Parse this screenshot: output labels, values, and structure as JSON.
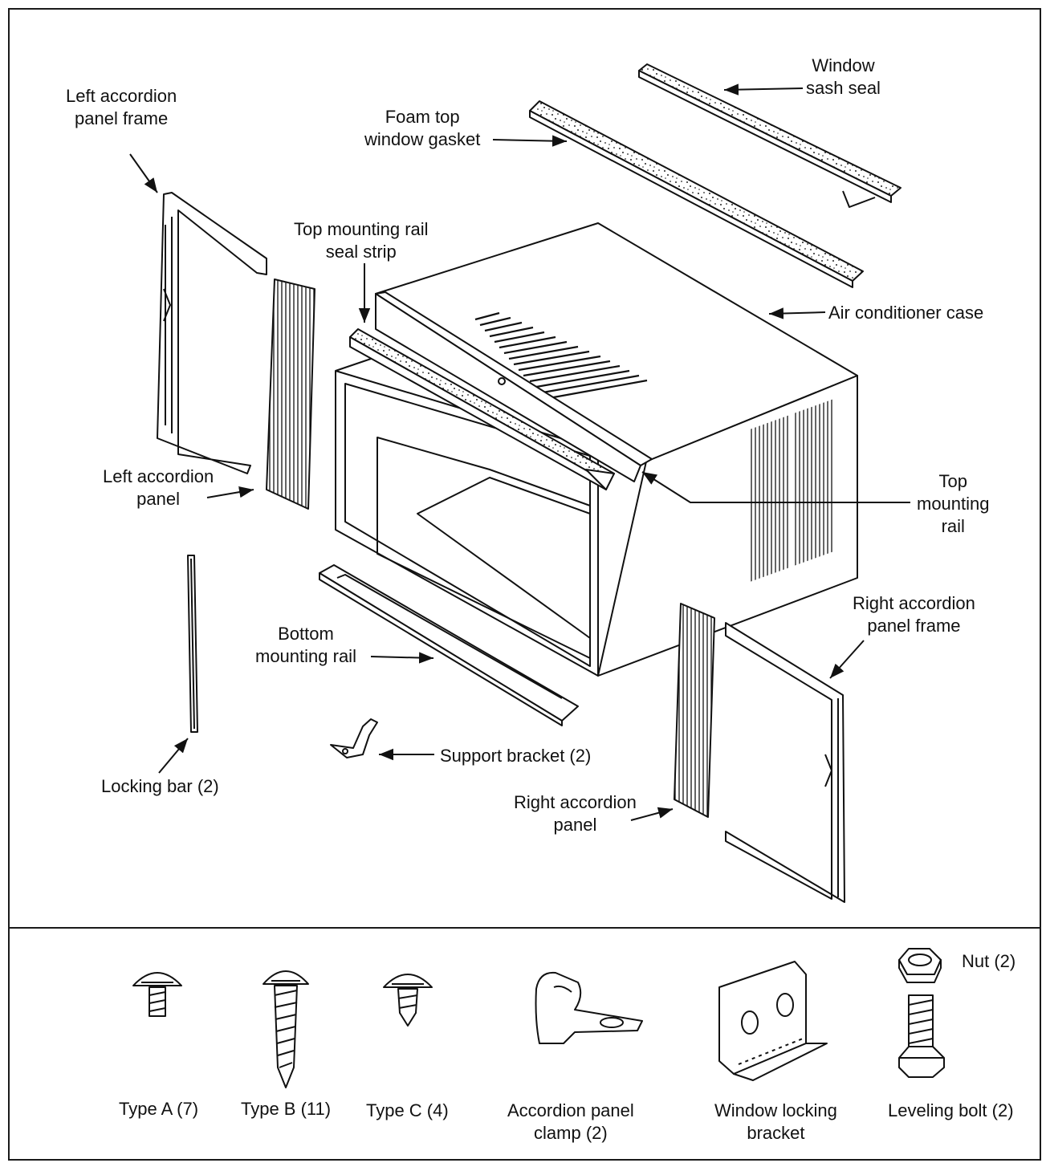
{
  "labels": {
    "left_frame": [
      "Left accordion",
      "panel frame"
    ],
    "foam_gasket": [
      "Foam top",
      "window gasket"
    ],
    "sash_seal": [
      "Window",
      "sash seal"
    ],
    "top_seal_strip": [
      "Top mounting rail",
      "seal strip"
    ],
    "ac_case": "Air conditioner case",
    "left_panel": [
      "Left accordion",
      "panel"
    ],
    "top_rail": [
      "Top",
      "mounting",
      "rail"
    ],
    "bottom_rail": [
      "Bottom",
      "mounting rail"
    ],
    "right_frame": [
      "Right accordion",
      "panel frame"
    ],
    "support_bracket": "Support bracket (2)",
    "locking_bar": "Locking bar (2)",
    "right_panel": [
      "Right accordion",
      "panel"
    ]
  },
  "hardware": {
    "type_a": "Type A (7)",
    "type_b": "Type B (11)",
    "type_c": "Type C (4)",
    "clamp": [
      "Accordion panel",
      "clamp (2)"
    ],
    "window_bracket": [
      "Window locking",
      "bracket"
    ],
    "leveling_bolt": "Leveling bolt (2)",
    "nut": "Nut (2)"
  }
}
